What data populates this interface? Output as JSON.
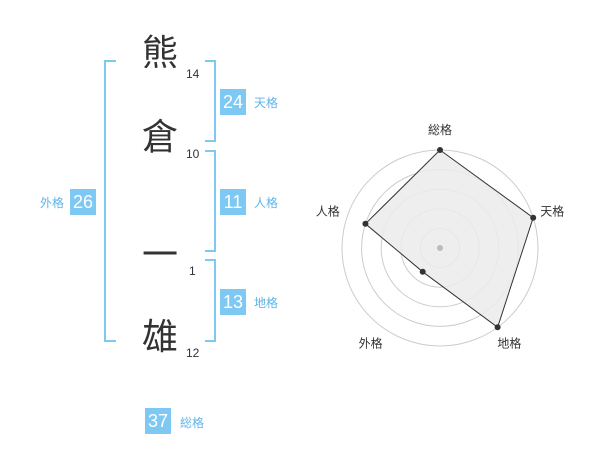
{
  "name": {
    "chars": [
      {
        "char": "熊",
        "strokes": "14"
      },
      {
        "char": "倉",
        "strokes": "10"
      },
      {
        "char": "一",
        "strokes": "1"
      },
      {
        "char": "雄",
        "strokes": "12"
      }
    ]
  },
  "kakusu": {
    "tenkaku": {
      "value": "24",
      "label": "天格"
    },
    "jinkaku": {
      "value": "11",
      "label": "人格"
    },
    "chikaku": {
      "value": "13",
      "label": "地格"
    },
    "gaikaku": {
      "value": "26",
      "label": "外格"
    },
    "soukaku": {
      "value": "37",
      "label": "総格"
    }
  },
  "colors": {
    "accent": "#7ec8f4",
    "label": "#5fb4ea",
    "text": "#333333",
    "radar_fill": "#ebebeb",
    "radar_grid": "#cccccc"
  },
  "chart_data": {
    "type": "radar",
    "axes": [
      "総格",
      "天格",
      "地格",
      "外格",
      "人格"
    ],
    "values": [
      5,
      5,
      5,
      1.5,
      4
    ],
    "rmax": 5,
    "rings": 5
  }
}
